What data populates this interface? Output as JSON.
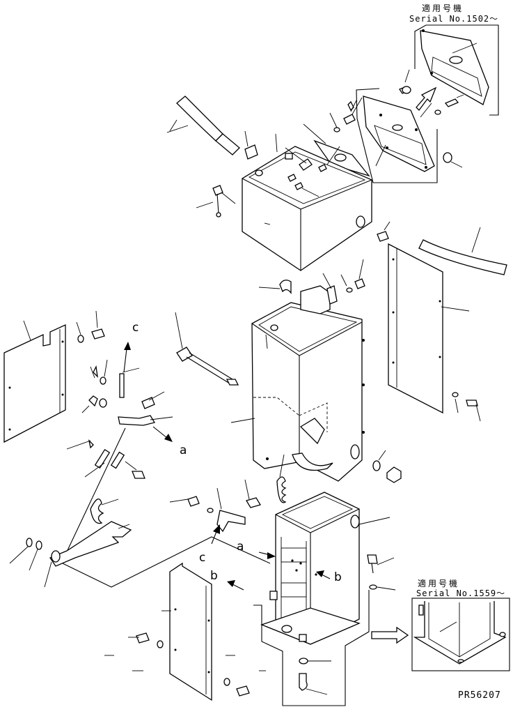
{
  "inset_top": {
    "applicable_title": "適用号機",
    "serial": "Serial No.1502～"
  },
  "inset_bottom": {
    "applicable_title": "適用号機",
    "serial": "Serial No.1559～"
  },
  "reference_letters": {
    "c_upper": "c",
    "a_left": "a",
    "a_center": "a",
    "c_lower": "c",
    "b_lower": "b",
    "b_right": "b"
  },
  "drawing_code": "PR56207"
}
